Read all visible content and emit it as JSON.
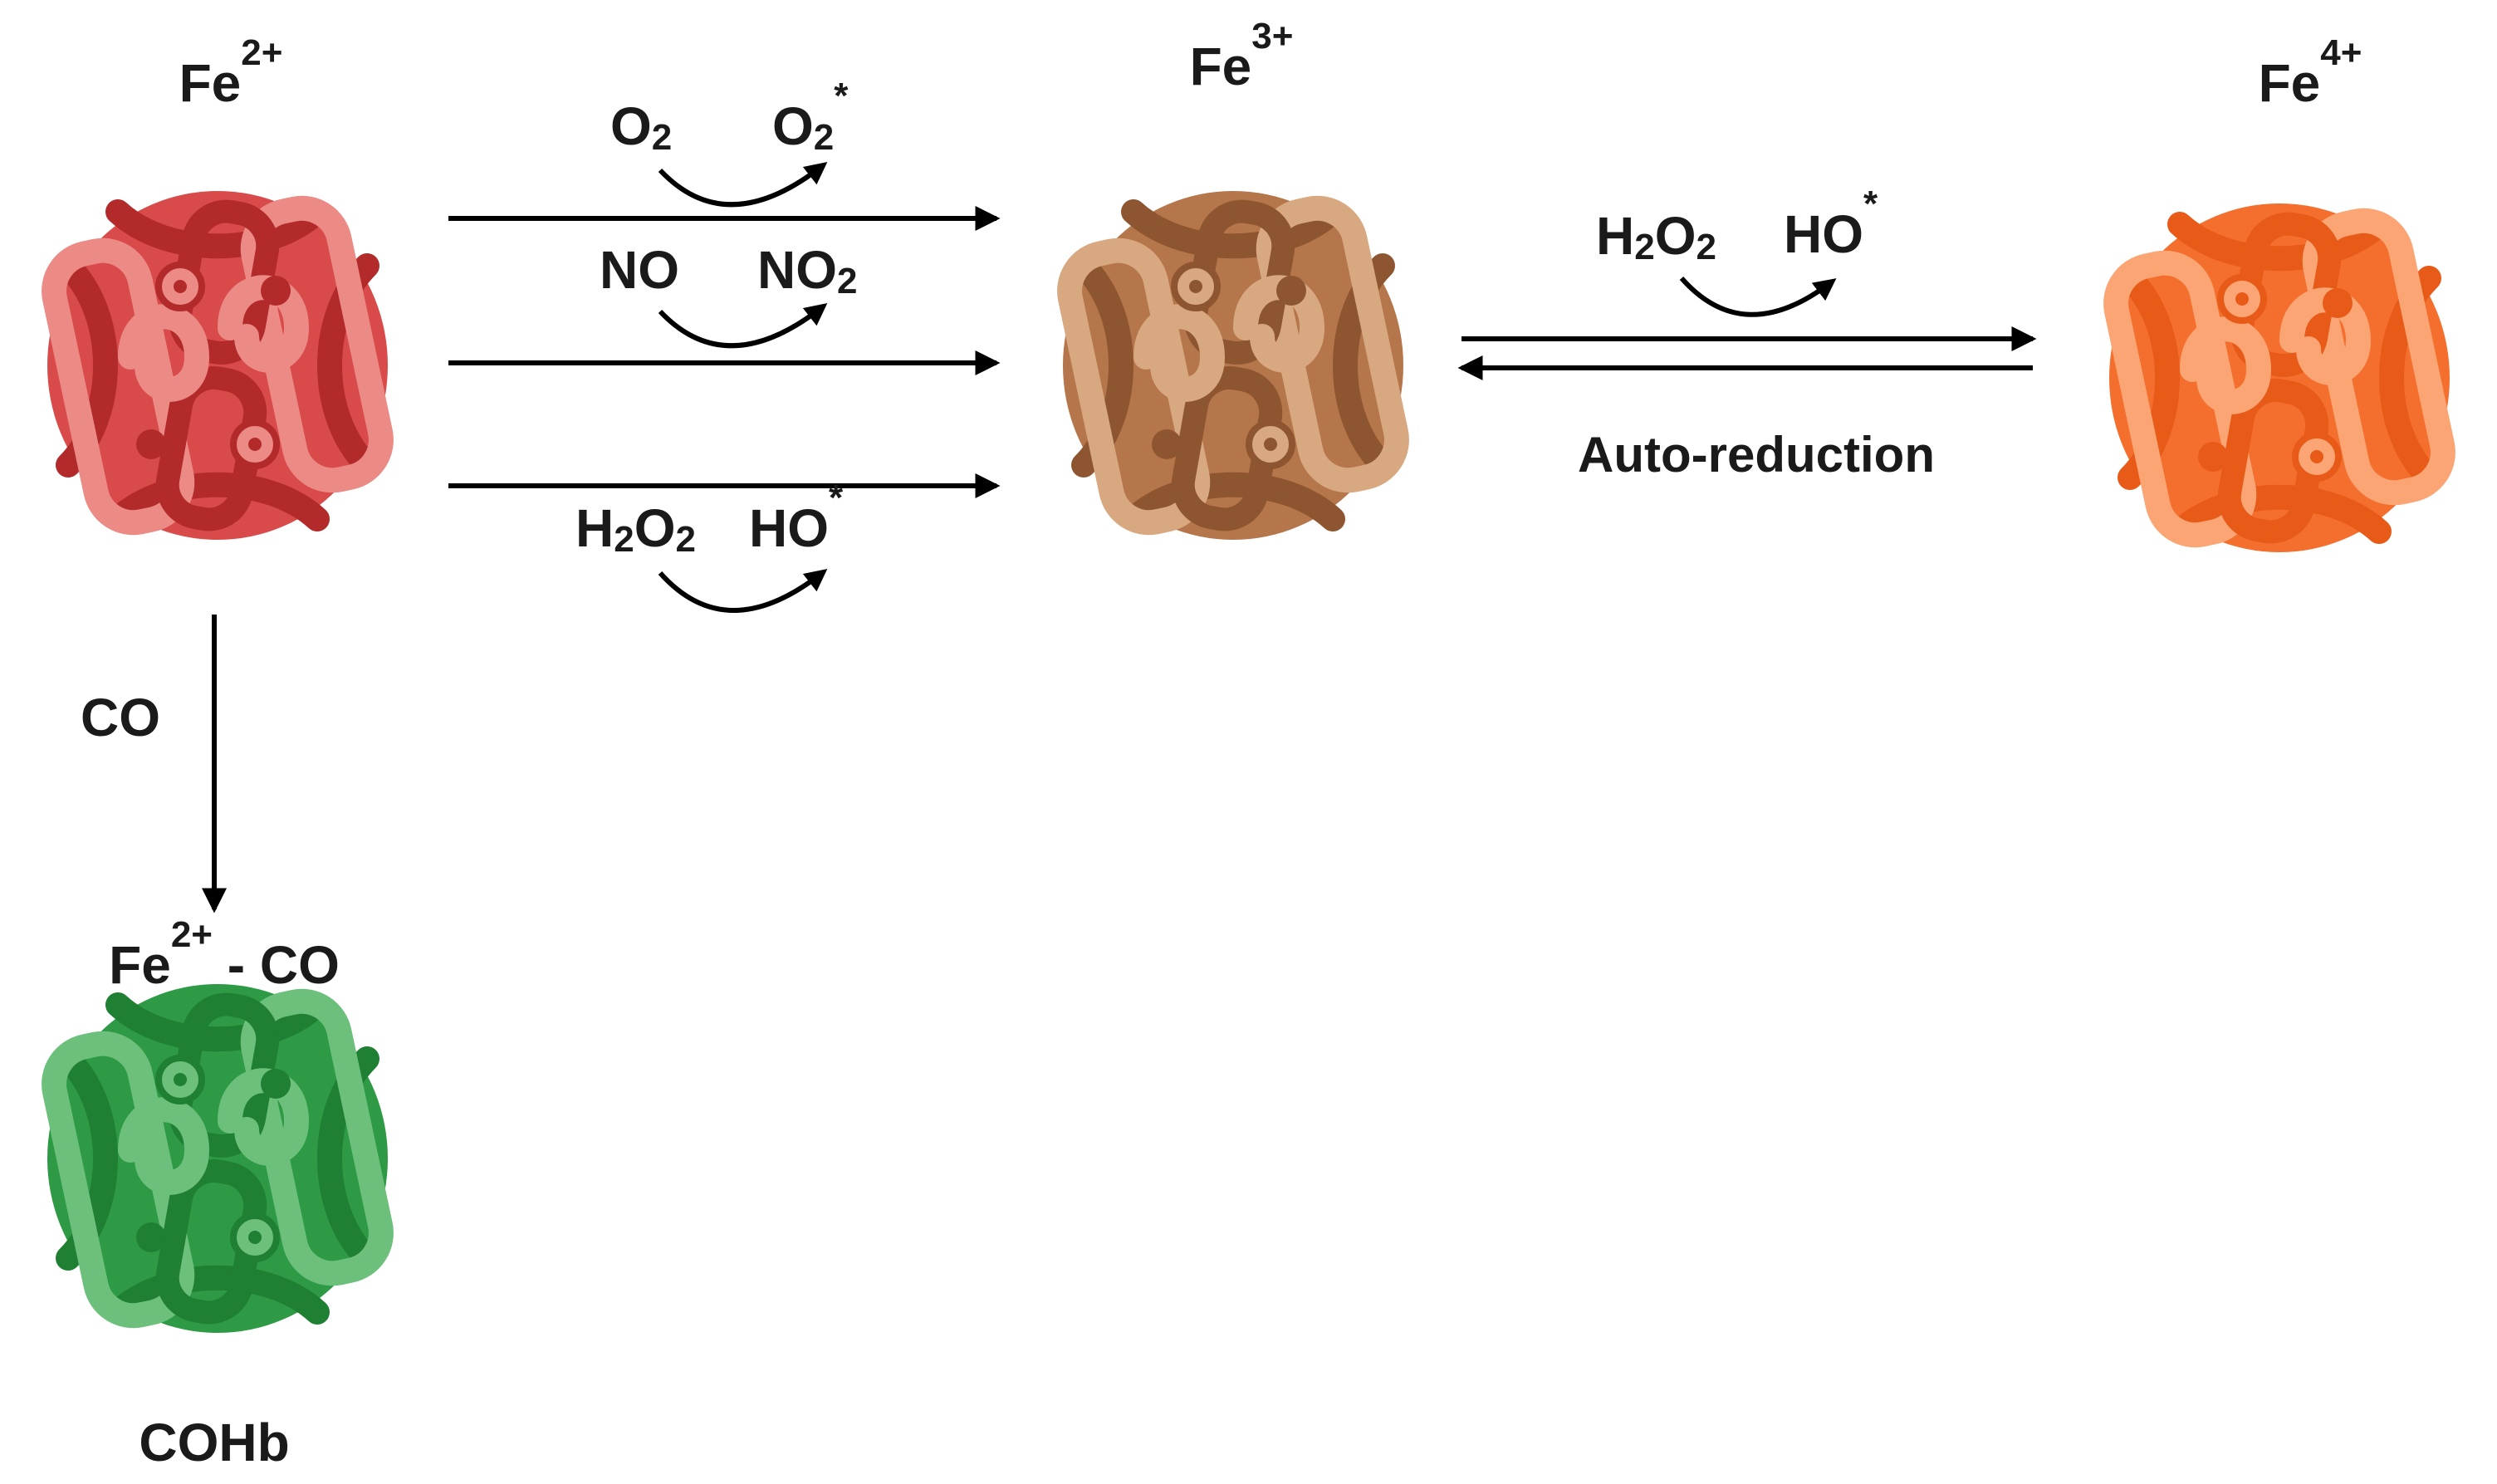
{
  "states": {
    "fe2": {
      "name": "Fe",
      "charge": "2+",
      "color": "#d94b4b"
    },
    "fe3": {
      "name": "Fe",
      "charge": "3+",
      "color": "#b4764a"
    },
    "fe4": {
      "name": "Fe",
      "charge": "4+",
      "color": "#f46f2e"
    },
    "feco": {
      "name": "Fe",
      "charge": "2+",
      "suffix": " - CO",
      "caption": "COHb",
      "color": "#2e9a45"
    }
  },
  "reactions": {
    "o2": {
      "left_base": "O",
      "left_sub": "2",
      "right_base": "O",
      "right_sub": "2",
      "right_sup": "*"
    },
    "no": {
      "left_base": "NO",
      "right_base": "NO",
      "right_sub": "2"
    },
    "h2o2_low": {
      "left_a": "H",
      "left_sub1": "2",
      "left_b": "O",
      "left_sub2": "2",
      "right_base": "HO",
      "right_sup": "*"
    },
    "h2o2_right": {
      "left_a": "H",
      "left_sub1": "2",
      "left_b": "O",
      "left_sub2": "2",
      "right_base": "HO",
      "right_sup": "*"
    },
    "co": {
      "label": "CO"
    },
    "reverse": {
      "label": "Auto-reduction"
    }
  }
}
